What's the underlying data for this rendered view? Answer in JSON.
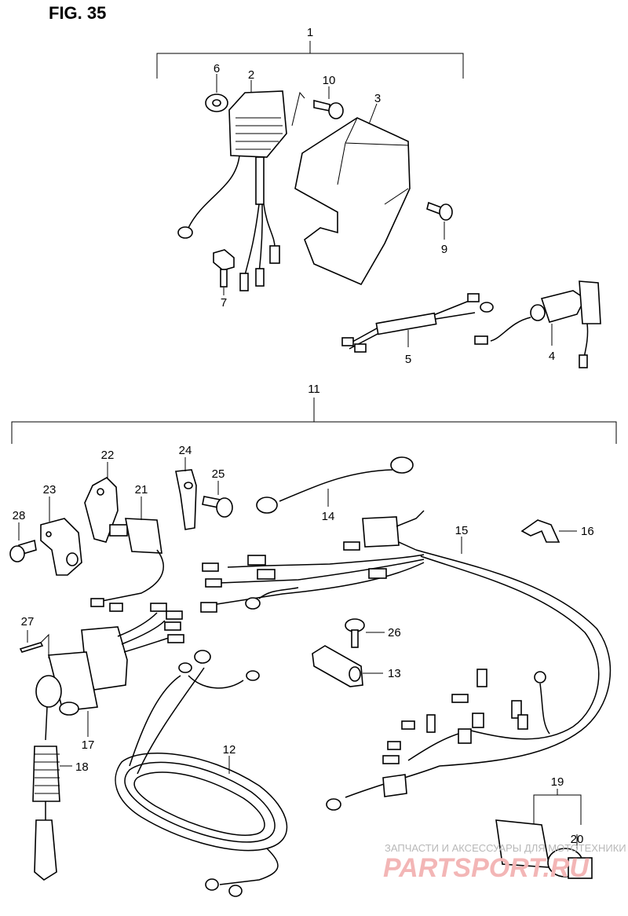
{
  "figure": {
    "title": "FIG. 35"
  },
  "labels": {
    "p1": "1",
    "p2": "2",
    "p3": "3",
    "p4": "4",
    "p5": "5",
    "p6": "6",
    "p7": "7",
    "p9": "9",
    "p10": "10",
    "p11": "11",
    "p12": "12",
    "p13": "13",
    "p14": "14",
    "p15": "15",
    "p16": "16",
    "p17": "17",
    "p18": "18",
    "p19": "19",
    "p20": "20",
    "p21": "21",
    "p22": "22",
    "p23": "23",
    "p24": "24",
    "p25": "25",
    "p26": "26",
    "p27": "27",
    "p28": "28"
  },
  "watermark": {
    "caption": "ЗАПЧАСТИ И АКСЕССУАРЫ ДЛЯ МОТОТЕХНИКИ",
    "brand": "PARTSPORT.RU"
  }
}
